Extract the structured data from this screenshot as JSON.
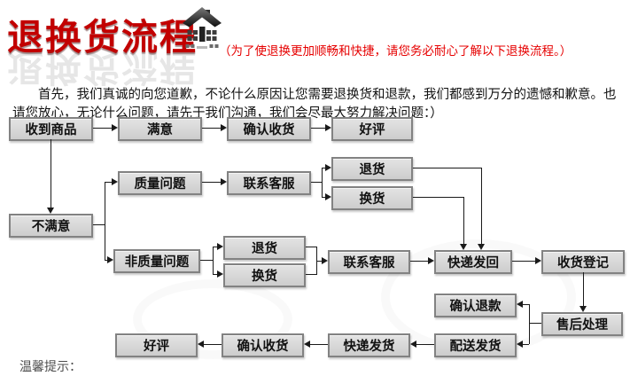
{
  "header": {
    "title": "退换货流程",
    "subtitle": "（为了使退换更加顺畅和快捷，请您务必耐心了解以下退换流程。）"
  },
  "intro": {
    "text": "首先，我们真诚的向您道歉，不论什么原因让您需要退换货和退款，我们都感到万分的遗憾和歉意。也请您放心，无论什么问题，请先于我们沟通，我们会尽最大努力解决问题：）"
  },
  "footer": {
    "tip_label": "温馨提示："
  },
  "colors": {
    "title_red": "#c20000",
    "subtitle_red": "#e60000",
    "box_fill_top": "#e3e3e3",
    "box_fill_bottom": "#cdcdcd",
    "box_border": "#828282",
    "line": "#1a1a1a"
  },
  "flow": {
    "nodes": [
      {
        "label": "收到商品"
      },
      {
        "label": "满意"
      },
      {
        "label": "确认收货"
      },
      {
        "label": "好评"
      },
      {
        "label": "质量问题"
      },
      {
        "label": "联系客服"
      },
      {
        "label": "退货"
      },
      {
        "label": "换货"
      },
      {
        "label": "不满意"
      },
      {
        "label": "非质量问题"
      },
      {
        "label": "退货"
      },
      {
        "label": "换货"
      },
      {
        "label": "联系客服"
      },
      {
        "label": "快递发回"
      },
      {
        "label": "收货登记"
      },
      {
        "label": "确认退款"
      },
      {
        "label": "售后处理"
      },
      {
        "label": "配送发货"
      },
      {
        "label": "好评"
      },
      {
        "label": "确认收货"
      },
      {
        "label": "快递发货"
      }
    ]
  }
}
